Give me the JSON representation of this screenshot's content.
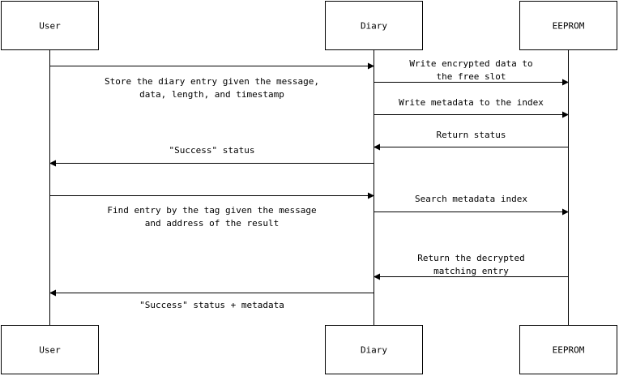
{
  "participants": [
    {
      "id": "user",
      "label": "User"
    },
    {
      "id": "diary",
      "label": "Diary"
    },
    {
      "id": "eeprom",
      "label": "EEPROM"
    }
  ],
  "messages": [
    {
      "from": "user",
      "to": "diary",
      "lines": [
        "Store the diary entry given the message,",
        "data, length, and timestamp"
      ]
    },
    {
      "from": "diary",
      "to": "eeprom",
      "lines": [
        "Write encrypted data to",
        "the free slot"
      ]
    },
    {
      "from": "diary",
      "to": "eeprom",
      "lines": [
        "Write metadata to the index"
      ]
    },
    {
      "from": "eeprom",
      "to": "diary",
      "lines": [
        "Return status"
      ]
    },
    {
      "from": "diary",
      "to": "user",
      "lines": [
        "\"Success\" status"
      ]
    },
    {
      "from": "user",
      "to": "diary",
      "lines": [
        "Find entry by the tag given the message",
        "and address of the result"
      ]
    },
    {
      "from": "diary",
      "to": "eeprom",
      "lines": [
        "Search metadata index"
      ]
    },
    {
      "from": "eeprom",
      "to": "diary",
      "lines": [
        "Return the decrypted",
        "matching entry"
      ]
    },
    {
      "from": "diary",
      "to": "user",
      "lines": [
        "\"Success\" status + metadata"
      ]
    }
  ]
}
